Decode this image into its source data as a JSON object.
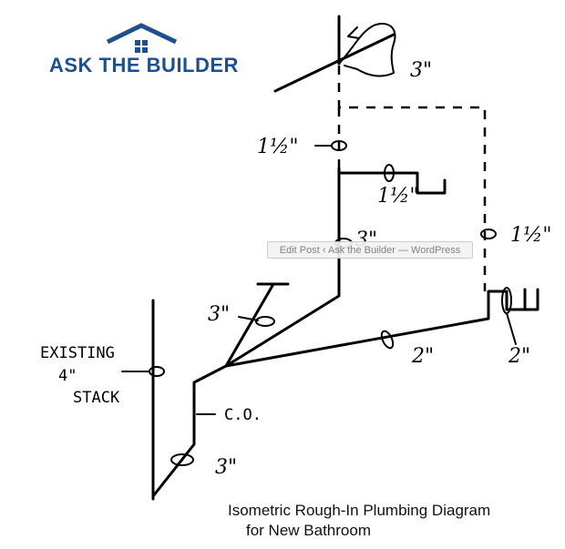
{
  "logo": {
    "text": "ASK THE BUILDER",
    "color": "#1f4f8f"
  },
  "labels": {
    "vent_top": "3\"",
    "vent_dash": "1½\"",
    "lav_branch": "1½\"",
    "main_riser": "3\"",
    "right_vent": "1½\"",
    "toilet_branch": "3\"",
    "tub_drain": "2\"",
    "trap_right": "2\"",
    "cleanout": "C.O.",
    "stack_connection": "3\""
  },
  "existing_stack": {
    "line1": "EXISTING",
    "line2": "4\"",
    "line3": "STACK"
  },
  "caption": {
    "line1": "Isometric Rough-In Plumbing Diagram",
    "line2": "for New Bathroom"
  },
  "tooltip": "Edit Post ‹ Ask the Builder — WordPress"
}
